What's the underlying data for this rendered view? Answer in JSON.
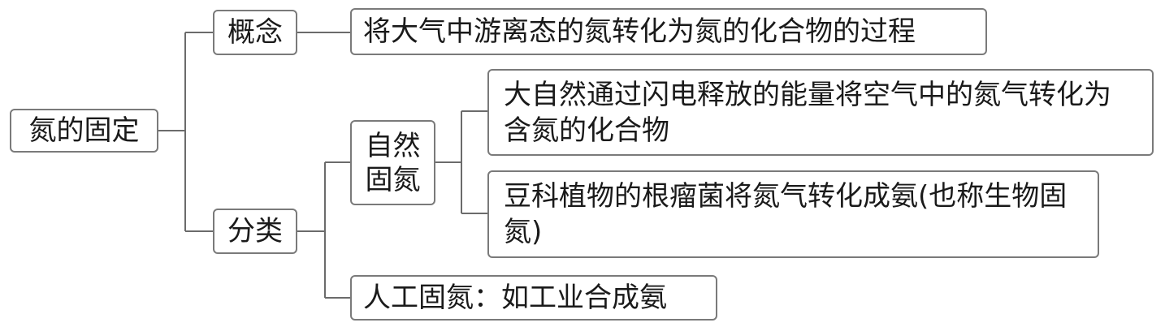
{
  "root": {
    "label": "氮的固定"
  },
  "concept": {
    "label": "概念",
    "definition": "将大气中游离态的氮转化为氮的化合物的过程"
  },
  "classification": {
    "label": "分类",
    "natural": {
      "label": "自然固氮",
      "items": [
        "大自然通过闪电释放的能量将空气中的氮气转化为含氮的化合物",
        "豆科植物的根瘤菌将氮气转化成氨(也称生物固氮)"
      ]
    },
    "artificial": {
      "label": "人工固氮：如工业合成氨"
    }
  }
}
